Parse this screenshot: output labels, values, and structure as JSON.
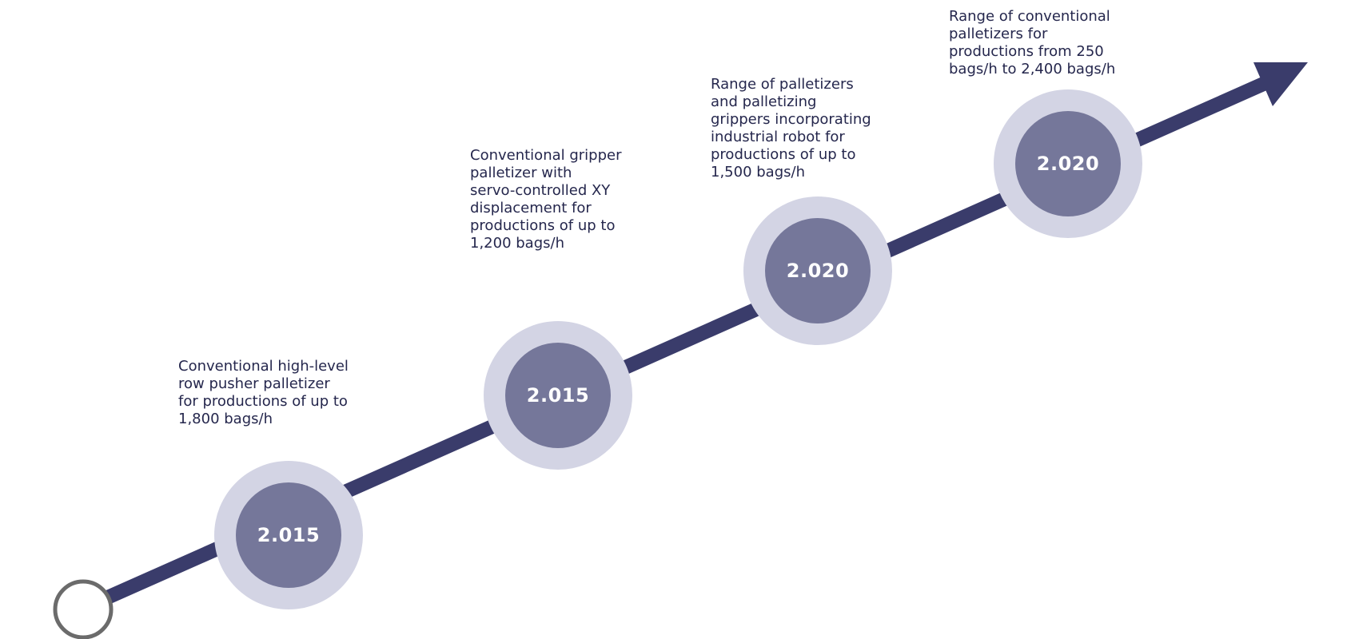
{
  "colors": {
    "line": "#3a3c6b",
    "outer_ring": "#d3d4e4",
    "inner_circle": "#75779a",
    "year_text": "#ffffff",
    "body_text": "#25274d",
    "start_marker": "#6b6b6b"
  },
  "milestones": [
    {
      "year": "2.015",
      "text": "Conventional high-level\nrow pusher palletizer\nfor productions of up to\n1,800 bags/h"
    },
    {
      "year": "2.015",
      "text": "Conventional gripper\npalletizer with\nservo-controlled XY\ndisplacement for\nproductions of up to\n1,200 bags/h"
    },
    {
      "year": "2.020",
      "text": "Range of palletizers\nand palletizing\ngrippers incorporating\nindustrial robot for\nproductions of up to\n1,500 bags/h"
    },
    {
      "year": "2.020",
      "text": "Range of conventional\npalletizers for\nproductions from 250\nbags/h to 2,400 bags/h"
    }
  ]
}
